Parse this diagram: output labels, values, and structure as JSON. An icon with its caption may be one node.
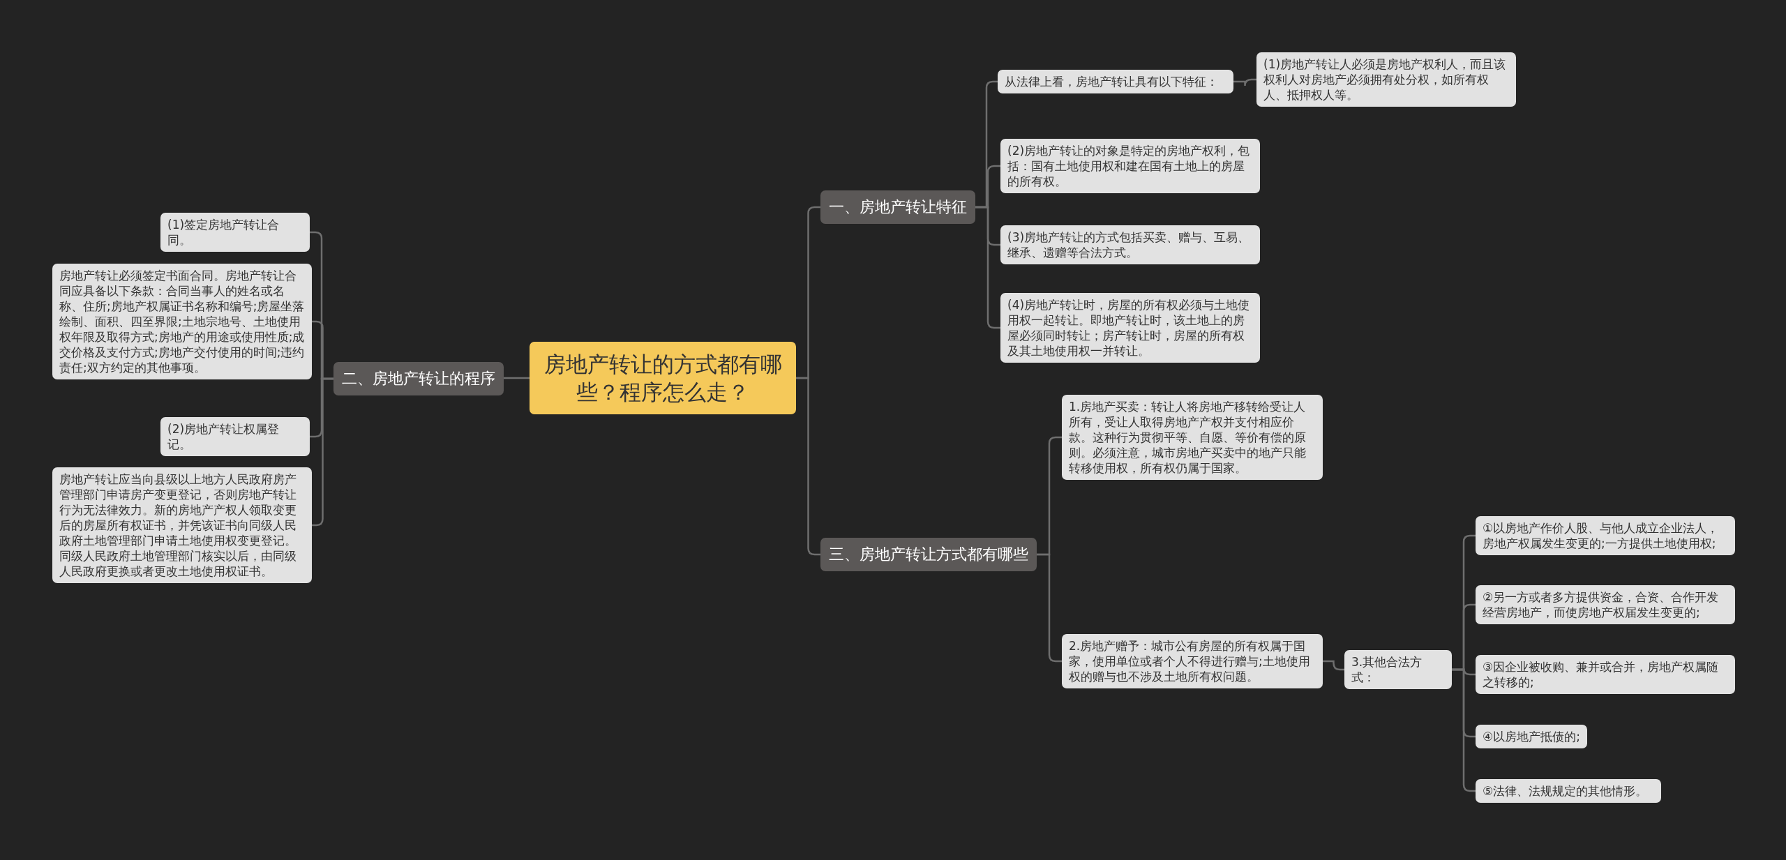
{
  "diagram": {
    "nodes": [
      {
        "text": [
          "房地产转让的方式都有哪些？程序怎么走？"
        ]
      },
      {
        "text": [
          "一、房地产转让特征"
        ]
      },
      {
        "text": [
          "从法律上看，房地产转让具有以下特征："
        ]
      },
      {
        "text": [
          "(1)房地产转让人必须是房地产权利人，而且该权利人对房地产必须拥有处分权，如所有权人、抵押权人等。"
        ]
      },
      {
        "text": [
          "(2)房地产转让的对象是特定的房地产权利，包括：国有土地使用权和建在国有土地上的房屋的所有权。"
        ]
      },
      {
        "text": [
          "(3)房地产转让的方式包括买卖、赠与、互易、继承、遗赠等合法方式。"
        ]
      },
      {
        "text": [
          "(4)房地产转让时，房屋的所有权必须与土地使用权一起转让。即地产转让时，该土地上的房屋必须同时转让；房产转让时，房屋的所有权及其土地使用权一并转让。"
        ]
      },
      {
        "text": [
          "二、房地产转让的程序"
        ]
      },
      {
        "text": [
          "(1)签定房地产转让合同。"
        ]
      },
      {
        "text": [
          "房地产转让必须签定书面合同。房地产转让合同应具备以下条款：合同当事人的姓名或名称、住所;房地产权属证书名称和编号;房屋坐落绘制、面积、四至界限;土地宗地号、土地使用权年限及取得方式;房地产的用途或使用性质;成交价格及支付方式;房地产交付使用的时间;违约责任;双方约定的其他事项。"
        ]
      },
      {
        "text": [
          "(2)房地产转让权属登记。"
        ]
      },
      {
        "text": [
          "房地产转让应当向县级以上地方人民政府房产管理部门申请房产变更登记，否则房地产转让行为无法律效力。新的房地产产权人领取变更后的房屋所有权证书，并凭该证书向同级人民政府土地管理部门申请土地使用权变更登记。同级人民政府土地管理部门核实以后，由同级人民政府更换或者更改土地使用权证书。"
        ]
      },
      {
        "text": [
          "三、房地产转让方式都有哪些"
        ]
      },
      {
        "text": [
          "1.房地产买卖：转让人将房地产移转给受让人所有，受让人取得房地产产权并支付相应价款。这种行为贯彻平等、自愿、等价有偿的原则。必须注意，城市房地产买卖中的地产只能转移使用权，所有权仍属于国家。"
        ]
      },
      {
        "text": [
          "2.房地产赠予：城市公有房屋的所有权属于国家，使用单位或者个人不得进行赠与;土地使用权的赠与也不涉及土地所有权问题。"
        ]
      },
      {
        "text": [
          "3.其他合法方式："
        ]
      },
      {
        "text": [
          "①以房地产作价人股、与他人成立企业法人，房地产权属发生变更的;一方提供土地使用权;"
        ]
      },
      {
        "text": [
          "②另一方或者多方提供资金，合资、合作开发经营房地产，而使房地产权届发生变更的;"
        ]
      },
      {
        "text": [
          "③因企业被收购、兼并或合并，房地产权属随之转移的;"
        ]
      },
      {
        "text": [
          "④以房地产抵债的;"
        ]
      },
      {
        "text": [
          "⑤法律、法规规定的其他情形。"
        ]
      }
    ],
    "edges": [
      {
        "from": 0,
        "to": 1,
        "arrow": "none"
      },
      {
        "from": 1,
        "to": 2,
        "arrow": "none"
      },
      {
        "from": 2,
        "to": 3,
        "arrow": "none"
      },
      {
        "from": 1,
        "to": 4,
        "arrow": "none"
      },
      {
        "from": 1,
        "to": 5,
        "arrow": "none"
      },
      {
        "from": 1,
        "to": 6,
        "arrow": "none"
      },
      {
        "from": 0,
        "to": 7,
        "arrow": "none"
      },
      {
        "from": 7,
        "to": 8,
        "arrow": "none"
      },
      {
        "from": 7,
        "to": 9,
        "arrow": "none"
      },
      {
        "from": 7,
        "to": 10,
        "arrow": "none"
      },
      {
        "from": 7,
        "to": 11,
        "arrow": "none"
      },
      {
        "from": 0,
        "to": 12,
        "arrow": "none"
      },
      {
        "from": 12,
        "to": 13,
        "arrow": "none"
      },
      {
        "from": 12,
        "to": 14,
        "arrow": "none"
      },
      {
        "from": 14,
        "to": 15,
        "arrow": "none"
      },
      {
        "from": 15,
        "to": 16,
        "arrow": "none"
      },
      {
        "from": 15,
        "to": 17,
        "arrow": "none"
      },
      {
        "from": 15,
        "to": 18,
        "arrow": "none"
      },
      {
        "from": 15,
        "to": 19,
        "arrow": "none"
      },
      {
        "from": 15,
        "to": 20,
        "arrow": "none"
      }
    ]
  }
}
